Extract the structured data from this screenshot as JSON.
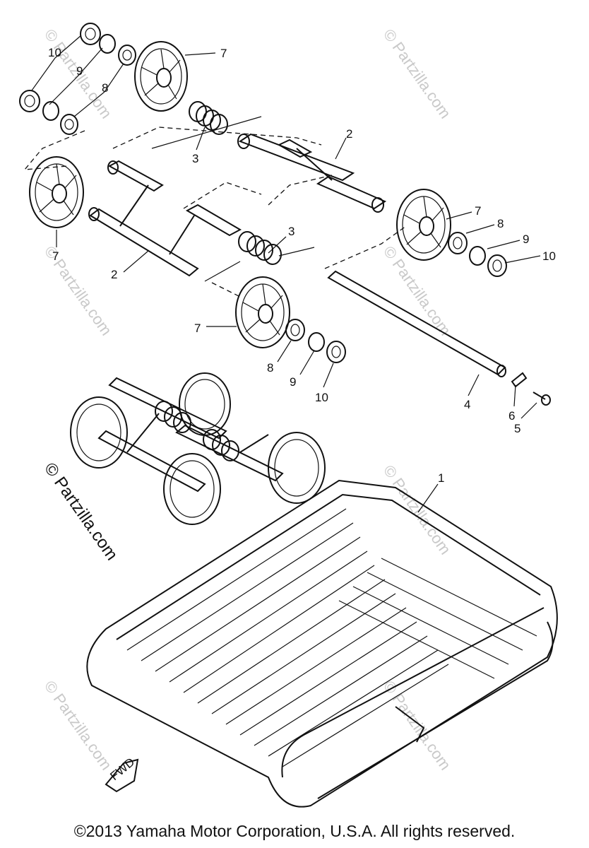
{
  "watermark": {
    "faint": "© Partzilla.com",
    "dark": "© Partzilla.com"
  },
  "labels": {
    "p1": "1",
    "p2a": "2",
    "p2b": "2",
    "p3a": "3",
    "p3b": "3",
    "p4": "4",
    "p5": "5",
    "p6": "6",
    "p7a": "7",
    "p7b": "7",
    "p7c": "7",
    "p7d": "7",
    "p8a": "8",
    "p8b": "8",
    "p8c": "8",
    "p9a": "9",
    "p9b": "9",
    "p9c": "9",
    "p10a": "10",
    "p10b": "10",
    "p10c": "10",
    "fwd": "FWD"
  },
  "footer": {
    "copyright": "©2013  Yamaha Motor Corporation, U.S.A. All rights reserved."
  }
}
